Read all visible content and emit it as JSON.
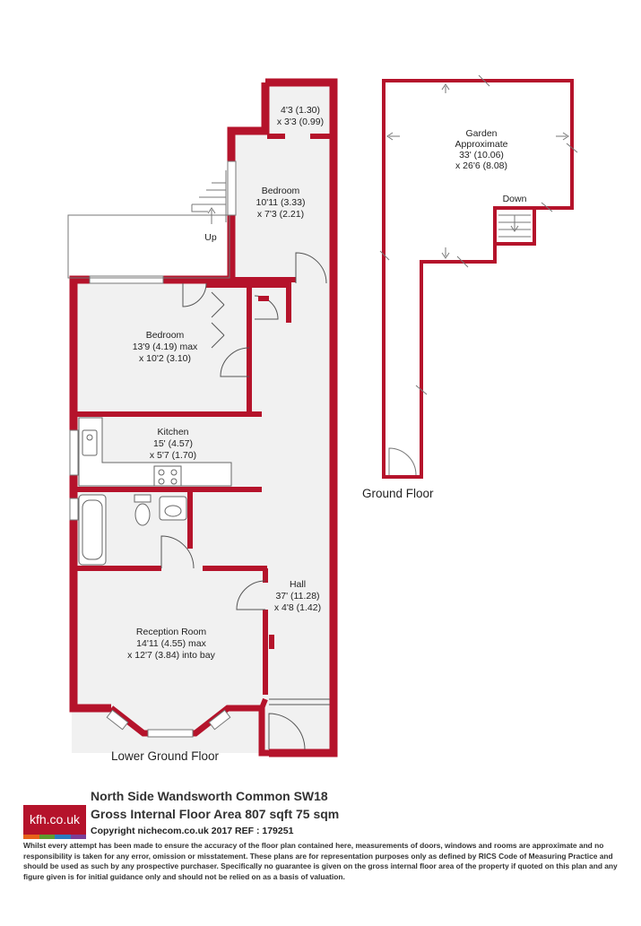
{
  "colors": {
    "wall": "#b5132b",
    "floor": "#f1f1f1",
    "line": "#555555",
    "logo_bg": "#b5132b",
    "logo_stripes": [
      "#e8641b",
      "#5d9b2f",
      "#2a7bbf",
      "#7b3f98"
    ]
  },
  "rooms": {
    "bedroom_small": {
      "name": "Bedroom",
      "dim1": "10'11 (3.33)",
      "dim2": "x 7'3 (2.21)"
    },
    "cupboard": {
      "dim1": "4'3 (1.30)",
      "dim2": "x 3'3 (0.99)"
    },
    "bedroom_main": {
      "name": "Bedroom",
      "dim1": "13'9 (4.19) max",
      "dim2": "x 10'2 (3.10)"
    },
    "kitchen": {
      "name": "Kitchen",
      "dim1": "15' (4.57)",
      "dim2": "x 5'7 (1.70)"
    },
    "hall": {
      "name": "Hall",
      "dim1": "37' (11.28)",
      "dim2": "x 4'8 (1.42)"
    },
    "reception": {
      "name": "Reception Room",
      "dim1": "14'11 (4.55) max",
      "dim2": "x 12'7 (3.84) into bay"
    },
    "garden": {
      "name": "Garden",
      "dim0": "Approximate",
      "dim1": "33' (10.06)",
      "dim2": "x 26'6 (8.08)"
    }
  },
  "stairs": {
    "up": "Up",
    "down": "Down"
  },
  "floors": {
    "lower": "Lower Ground Floor",
    "ground": "Ground Floor"
  },
  "footer": {
    "logo": "kfh.co.uk",
    "title": "North Side Wandsworth Common SW18",
    "area": "Gross Internal Floor Area 807 sqft 75 sqm",
    "copyright": "Copyright nichecom.co.uk 2017 REF : 179251",
    "disclaimer": "Whilst every attempt has been made to ensure the accuracy of the floor plan contained here, measurements of doors, windows and rooms are approximate and no responsibility is taken for any error, omission or misstatement.  These plans are for representation purposes only as defined by RICS Code of Measuring Practice and should be used as such by any prospective purchaser.  Specifically no guarantee is given on the gross internal floor area of the property if quoted on this plan and any figure given is for initial guidance only and should not be relied on as a basis of valuation."
  }
}
